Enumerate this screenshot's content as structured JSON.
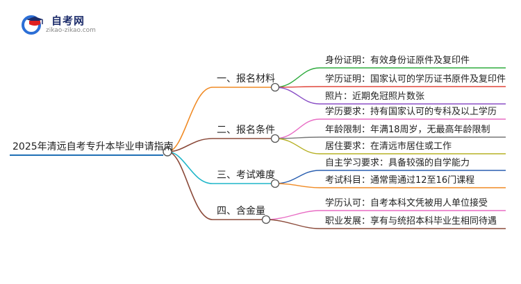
{
  "logo": {
    "title": "自考网",
    "subtitle": "zikao-zikao.com",
    "colors": {
      "blue": "#2c6fd6",
      "red": "#e02020",
      "dark": "#1d2d6b"
    }
  },
  "mindmap": {
    "root": {
      "label": "2025年清远自考专升本毕业申请指南",
      "color": "#1e6fb5"
    },
    "branches": [
      {
        "label": "一、报名材料",
        "color": "#f08a24",
        "leaves": [
          {
            "label": "身份证明：有效身份证原件及复印件",
            "color": "#2eab3d"
          },
          {
            "label": "学历证明：国家认可的学历证书原件及复印件",
            "color": "#e0453a"
          },
          {
            "label": "照片：近期免冠照片数张",
            "color": "#8a4fc6"
          }
        ]
      },
      {
        "label": "二、报名条件",
        "color": "#8b4a3a",
        "leaves": [
          {
            "label": "学历要求：持有国家认可的专科及以上学历",
            "color": "#e86cc4"
          },
          {
            "label": "年龄限制：年满18周岁，无最高年龄限制",
            "color": "#777777"
          },
          {
            "label": "居住要求：在清远市居住或工作",
            "color": "#b6b024"
          }
        ]
      },
      {
        "label": "三、考试难度",
        "color": "#1fb6c9",
        "leaves": [
          {
            "label": "自主学习要求：具备较强的自学能力",
            "color": "#2a5fb0"
          },
          {
            "label": "考试科目：通常需通过12至16门课程",
            "color": "#f08a24"
          }
        ]
      },
      {
        "label": "四、含金量",
        "color": "#8b4a3a",
        "leaves": [
          {
            "label": "学历认可：自考本科文凭被用人单位接受",
            "color": "#e86cc4"
          },
          {
            "label": "职业发展：享有与统招本科毕业生相同待遇",
            "color": "#8b4a3a"
          }
        ]
      }
    ]
  }
}
